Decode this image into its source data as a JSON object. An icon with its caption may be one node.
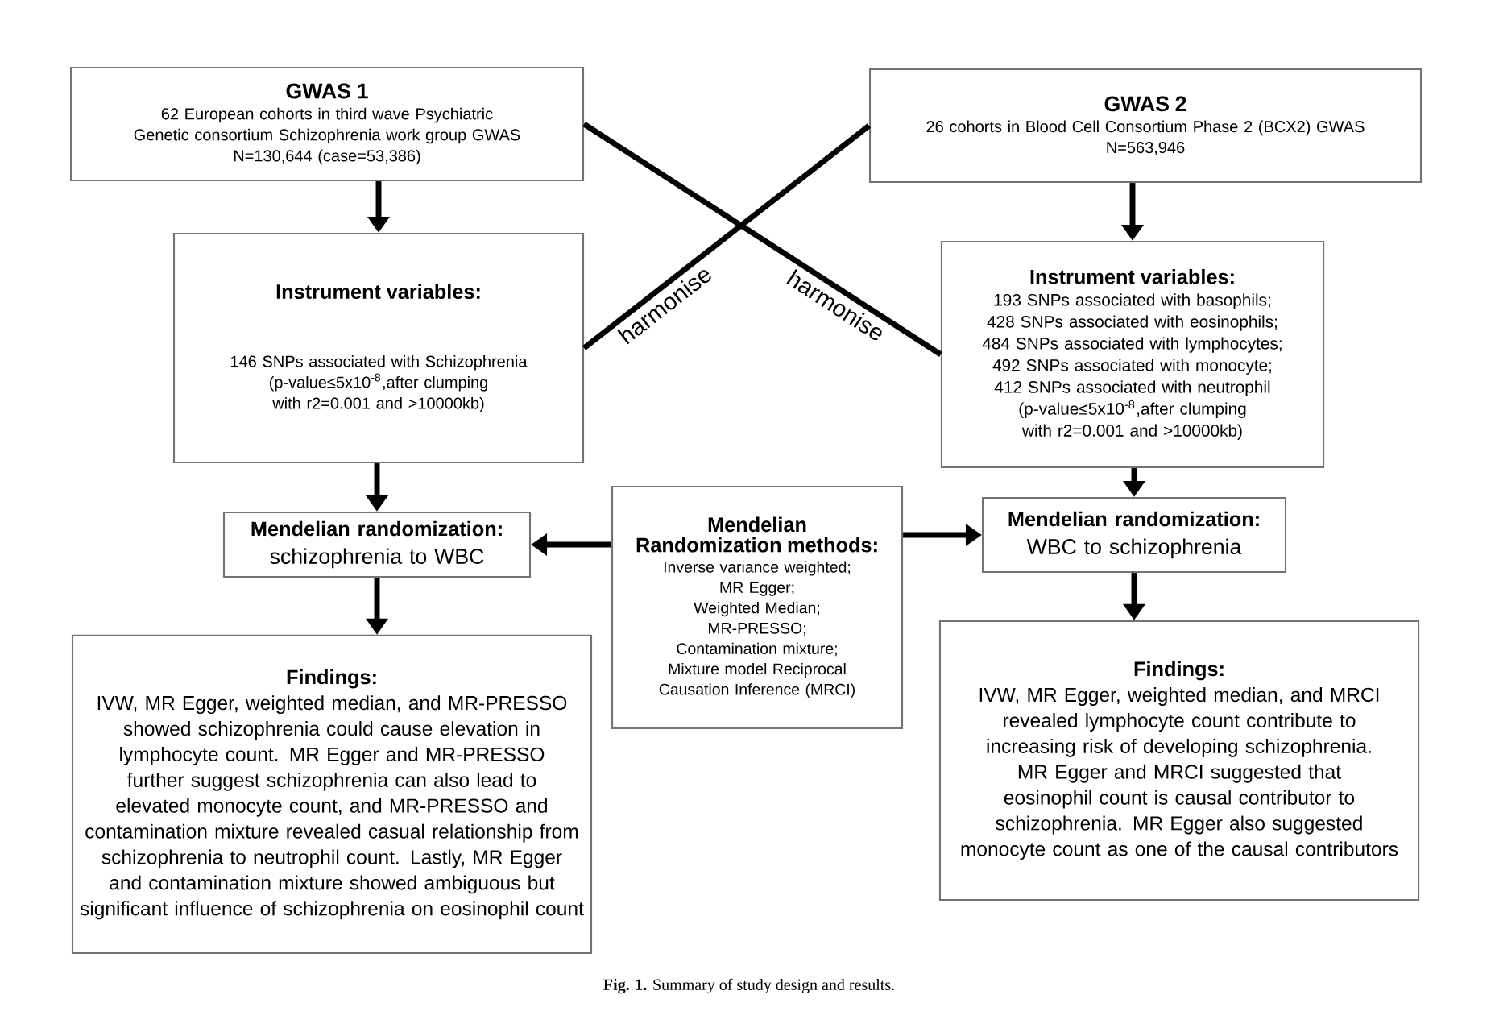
{
  "diagram": {
    "caption": "**Fig. 1.** Summary of study design and results.",
    "nodes": [
      {
        "text": [
          "GWAS 1",
          "62 European cohorts in third wave Psychiatric Genetic consortium Schizophrenia work group GWAS",
          "N=130,644 (case=53,386)"
        ]
      },
      {
        "text": [
          "GWAS 2",
          "26 cohorts in Blood Cell Consortium Phase 2 (BCX2) GWAS",
          "N=563,946"
        ]
      },
      {
        "text": [
          "Instrument variables:",
          "146 SNPs associated with Schizophrenia",
          "(p-value≤5x10$^{-8}$,after clumping with r2=0.001 and >10000kb)"
        ]
      },
      {
        "text": [
          "Instrument variables:",
          "193 SNPs associated with basophils;",
          "428 SNPs associated with eosinophils;",
          "484 SNPs associated with lymphocytes;",
          "492 SNPs associated with monocyte;",
          "412 SNPs associated with neutrophil",
          "(p-value≤5x10$^{-8}$,after clumping with r2=0.001 and >10000kb)"
        ]
      },
      {
        "text": [
          "Mendelian randomization:",
          "schizophrenia to WBC"
        ]
      },
      {
        "text": [
          "Mendelian Randomization methods:",
          "Inverse variance weighted;",
          "MR Egger;",
          "Weighted Median;",
          "MR-PRESSO;",
          "Contamination mixture;",
          "Mixture model Reciprocal Causation Inference (MRCI)"
        ]
      },
      {
        "text": [
          "Mendelian randomization:",
          "WBC to schizophrenia"
        ]
      },
      {
        "text": [
          "Findings:",
          "IVW, MR Egger, weighted median, and MR-PRESSO showed schizophrenia could cause elevation in lymphocyte count. MR Egger and MR-PRESSO further suggest schizophrenia can also lead to elevated monocyte count, and MR-PRESSO and contamination mixture revealed casual relationship from schizophrenia to neutrophil count. Lastly, MR Egger and contamination mixture showed ambiguous but significant influence of schizophrenia on eosinophil count"
        ]
      },
      {
        "text": [
          "Findings:",
          "IVW, MR Egger, weighted median, and MRCI revealed lymphocyte count contribute to increasing risk of developing schizophrenia. MR Egger and MRCI suggested that eosinophil count is causal contributor to schizophrenia. MR Egger also suggested monocyte count as one of the causal contributors"
        ]
      }
    ],
    "edges": [
      {
        "from": 0,
        "to": 2,
        "arrow": "to"
      },
      {
        "from": 1,
        "to": 3,
        "arrow": "to"
      },
      {
        "from": 0,
        "to": 3,
        "arrow": "none",
        "label": "harmonise"
      },
      {
        "from": 1,
        "to": 2,
        "arrow": "none",
        "label": "harmonise"
      },
      {
        "from": 2,
        "to": 4,
        "arrow": "to"
      },
      {
        "from": 3,
        "to": 6,
        "arrow": "to"
      },
      {
        "from": 5,
        "to": 4,
        "arrow": "to"
      },
      {
        "from": 5,
        "to": 6,
        "arrow": "to"
      },
      {
        "from": 4,
        "to": 7,
        "arrow": "to"
      },
      {
        "from": 6,
        "to": 8,
        "arrow": "to"
      }
    ]
  }
}
